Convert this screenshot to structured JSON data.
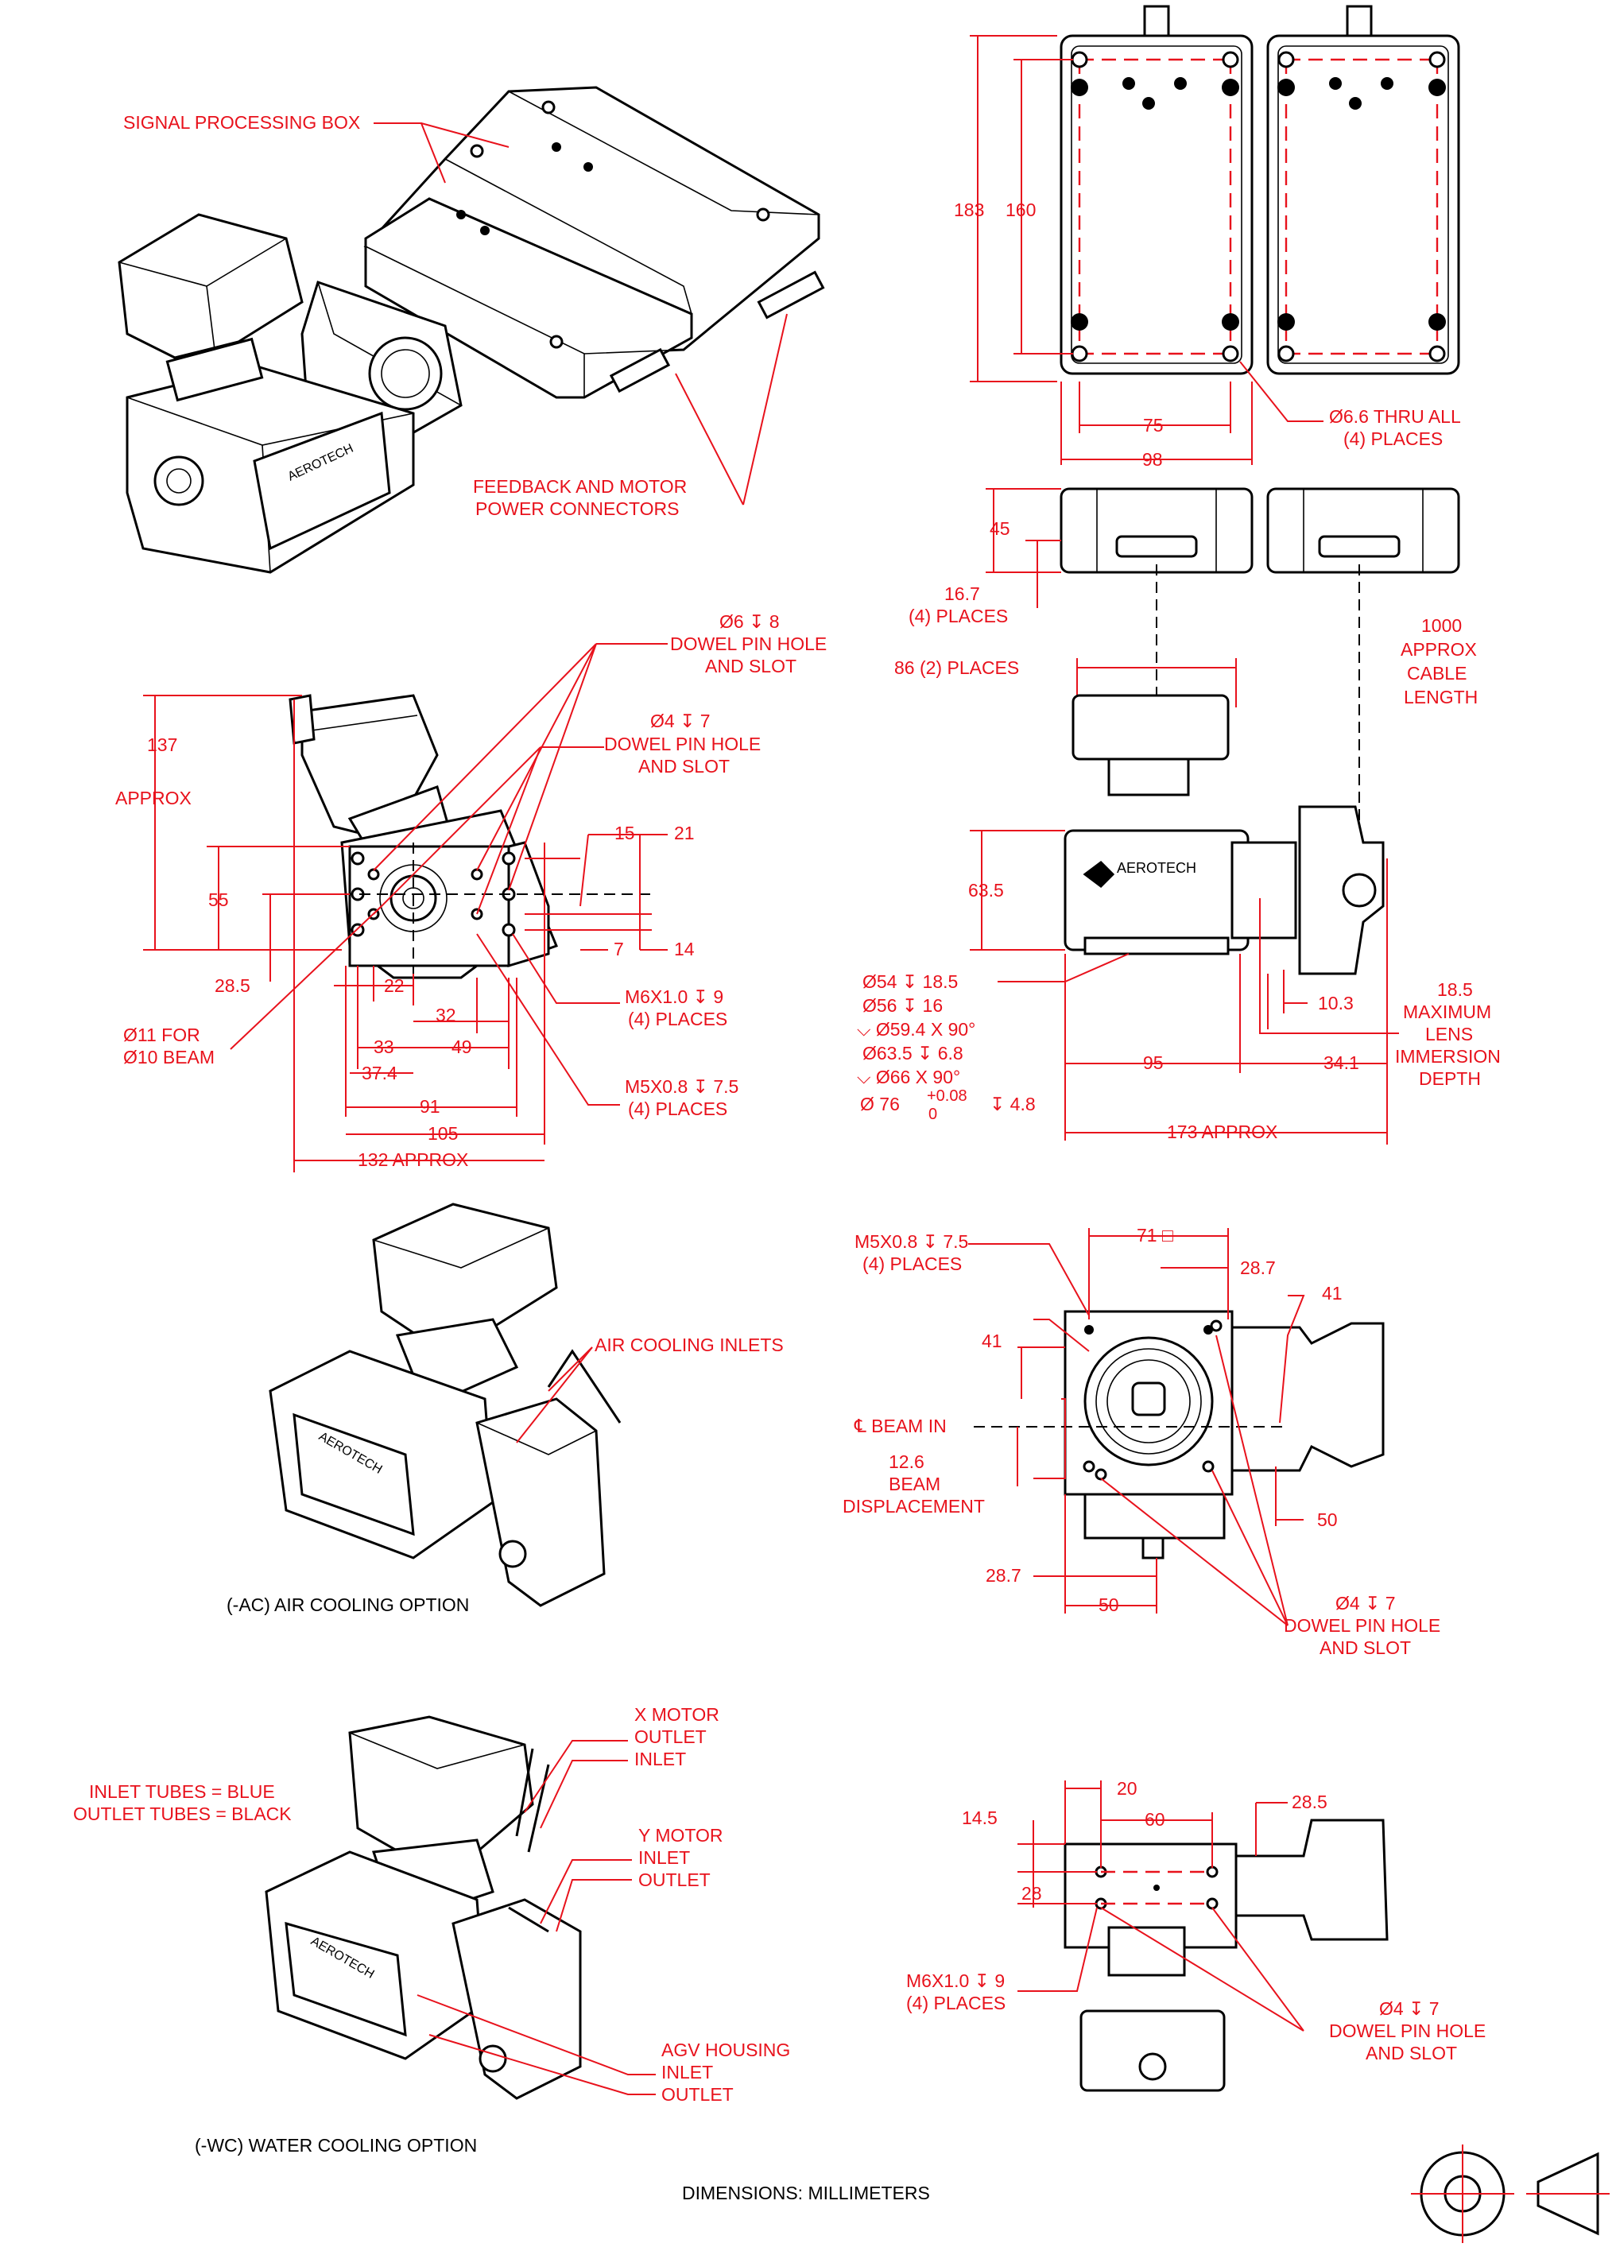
{
  "views": {
    "iso_top": {
      "signal_box": "SIGNAL PROCESSING BOX",
      "connectors": [
        "FEEDBACK AND MOTOR",
        "POWER CONNECTORS"
      ]
    },
    "box_top": {
      "dim_183": "183",
      "dim_160": "160",
      "dim_75": "75",
      "dim_98": "98",
      "holes": [
        "Ø6.6 THRU ALL",
        "(4) PLACES"
      ]
    },
    "box_side": {
      "dim_45": "45",
      "dim_16_7": [
        "16.7",
        "(4) PLACES"
      ],
      "dim_86": "86 (2) PLACES",
      "cable": [
        "1000",
        "APPROX",
        "CABLE",
        "LENGTH"
      ]
    },
    "front_left": {
      "dowel6": [
        "Ø6 ↧ 8",
        "DOWEL PIN HOLE",
        "AND SLOT"
      ],
      "dowel4": [
        "Ø4 ↧ 7",
        "DOWEL PIN HOLE",
        "AND SLOT"
      ],
      "dim_137": [
        "137",
        "APPROX"
      ],
      "dim_55": "55",
      "dim_28_5": "28.5",
      "dim_15": "15",
      "dim_21": "21",
      "dim_7": "7",
      "dim_14": "14",
      "dim_22": "22",
      "dim_32": "32",
      "dim_33": "33",
      "dim_49": "49",
      "dim_37_4": "37.4",
      "dim_91": "91",
      "dim_105": "105",
      "dim_132": "132 APPROX",
      "beam": [
        "Ø11 FOR",
        "Ø10 BEAM"
      ],
      "m6": [
        "M6X1.0 ↧ 9",
        "(4) PLACES"
      ],
      "m5": [
        "M5X0.8 ↧ 7.5",
        "(4) PLACES"
      ]
    },
    "front_right": {
      "dim_63_5": "63.5",
      "callouts": [
        "Ø54 ↧ 18.5",
        "Ø56 ↧ 16",
        "⌵ Ø59.4 X 90°",
        "Ø63.5 ↧ 6.8",
        "⌵ Ø66 X 90°",
        "Ø 76",
        "+0.08",
        "0",
        "↧ 4.8"
      ],
      "dim_95": "95",
      "dim_10_3": "10.3",
      "dim_34_1": "34.1",
      "dim_173": "173 APPROX",
      "lens": [
        "18.5",
        "MAXIMUM",
        "LENS",
        "IMMERSION",
        "DEPTH"
      ]
    },
    "bottom_view": {
      "m5": [
        "M5X0.8 ↧ 7.5",
        "(4) PLACES"
      ],
      "dim_71": "71 □",
      "dim_28_7": "28.7",
      "dim_41_right": "41",
      "dim_41_left": "41",
      "beam_in": "℄  BEAM IN",
      "displacement": [
        "12.6",
        "BEAM",
        "DISPLACEMENT"
      ],
      "dim_50_right": "50",
      "dim_28_7_bottom": "28.7",
      "dim_50_bottom": "50",
      "dowel": [
        "Ø4 ↧ 7",
        "DOWEL PIN HOLE",
        "AND SLOT"
      ]
    },
    "side_view": {
      "dim_20": "20",
      "dim_60": "60",
      "dim_28_5": "28.5",
      "dim_14_5": "14.5",
      "dim_28": "28",
      "m6": [
        "M6X1.0 ↧ 9",
        "(4) PLACES"
      ],
      "dowel": [
        "Ø4 ↧ 7",
        "DOWEL PIN HOLE",
        "AND SLOT"
      ]
    },
    "air_option": {
      "inlets": "AIR COOLING INLETS",
      "caption": "(-AC) AIR COOLING OPTION"
    },
    "water_option": {
      "tubes": [
        "INLET TUBES = BLUE",
        "OUTLET TUBES = BLACK"
      ],
      "x_motor": [
        "X MOTOR",
        "OUTLET",
        "INLET"
      ],
      "y_motor": [
        "Y MOTOR",
        "INLET",
        "OUTLET"
      ],
      "agv": [
        "AGV HOUSING",
        "INLET",
        "OUTLET"
      ],
      "caption": "(-WC) WATER COOLING OPTION"
    },
    "footer": {
      "units": "DIMENSIONS:  MILLIMETERS"
    },
    "logo": "AEROTECH"
  },
  "colors": {
    "dimension": "#e8121c",
    "linework": "#000000",
    "paper": "#ffffff"
  }
}
